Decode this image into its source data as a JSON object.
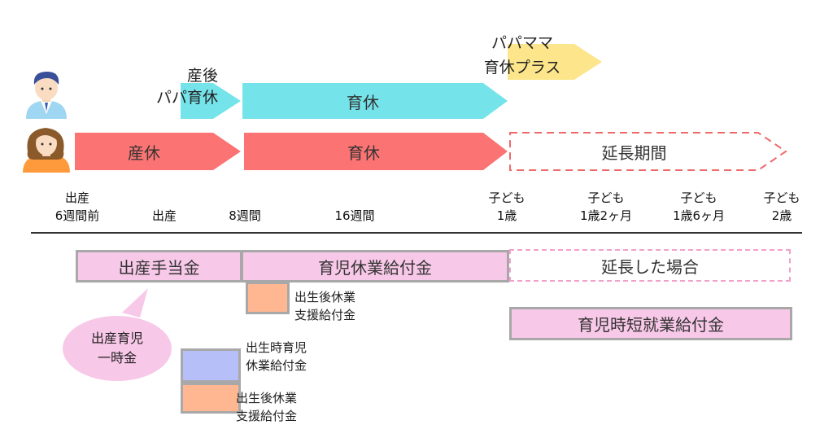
{
  "people": {
    "father_icon": "man-avatar-icon",
    "mother_icon": "woman-avatar-icon"
  },
  "father_row": {
    "postnatal_label": "産後\nパパ育休",
    "childcare_label": "育休",
    "plus_label": "パパママ\n育休プラス"
  },
  "mother_row": {
    "maternity_label": "産休",
    "childcare_label": "育休",
    "extension_label": "延長期間"
  },
  "timeline": {
    "ticks": [
      "出産\n6週間前",
      "出産",
      "8週間",
      "16週間",
      "子ども\n1歳",
      "子ども\n1歳2ヶ月",
      "子ども\n1歳6ヶ月",
      "子ども\n2歳"
    ]
  },
  "benefits": {
    "birth_allowance": "出産手当金",
    "childcare_benefit": "育児休業給付金",
    "extension_case": "延長した場合",
    "postbirth_support_1": "出生後休業\n支援給付金",
    "lump_sum": "出産育児\n一時金",
    "birth_time_benefit": "出生時育児\n休業給付金",
    "postbirth_support_2": "出生後休業\n支援給付金",
    "short_time_benefit": "育児時短就業給付金"
  },
  "colors": {
    "father_arrow": "#74e4ea",
    "mother_arrow": "#fb7373",
    "plus_arrow": "#fce58a",
    "extension_dash": "#ee6a6a",
    "benefit_fill": "#f8c8e8",
    "benefit_border": "#a8a8a8",
    "support_swatch": "#ffb792",
    "birth_time_swatch": "#b7bff8"
  }
}
